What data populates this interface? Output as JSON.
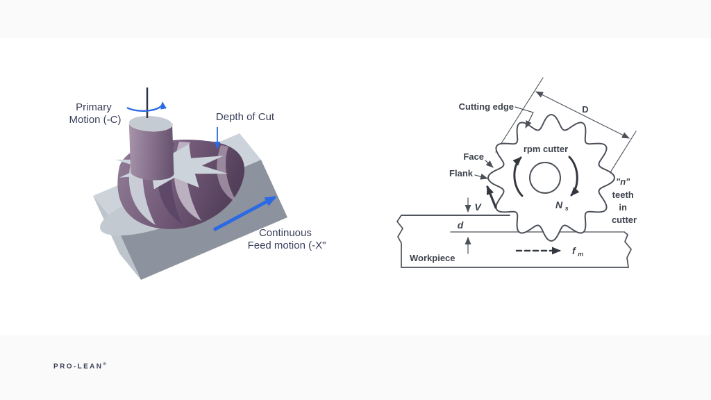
{
  "logo": {
    "text": "PRO-LEAN",
    "reg": "®"
  },
  "left_diagram": {
    "primary_motion_line1": "Primary",
    "primary_motion_line2": "Motion (-C)",
    "depth_of_cut": "Depth of Cut",
    "feed_line1": "Continuous",
    "feed_line2": "Feed motion (-X\""
  },
  "right_diagram": {
    "cutting_edge": "Cutting edge",
    "diameter": "D",
    "rpm_cutter": "rpm cutter",
    "face": "Face",
    "flank": "Flank",
    "spindle_speed_symbol": "N",
    "spindle_speed_sub": "s",
    "velocity": "V",
    "depth_symbol": "d",
    "workpiece": "Workpiece",
    "feed_symbol": "f",
    "feed_sub": "m",
    "teeth_line1": "\"n\"",
    "teeth_line2": "teeth",
    "teeth_line3": "in",
    "teeth_line4": "cutter"
  },
  "colors": {
    "accent_blue": "#2b6ae3",
    "label_navy": "#3a3f5b",
    "diagram_ink": "#4b5058",
    "slot_navy": "#23306d",
    "block_top": "#ccd3da",
    "block_front": "#8d939e",
    "block_side": "#bdc4cb",
    "cutter_purple_dark": "#5c4662",
    "cutter_purple_light": "#a392a6",
    "background_band": "#fafafb"
  }
}
